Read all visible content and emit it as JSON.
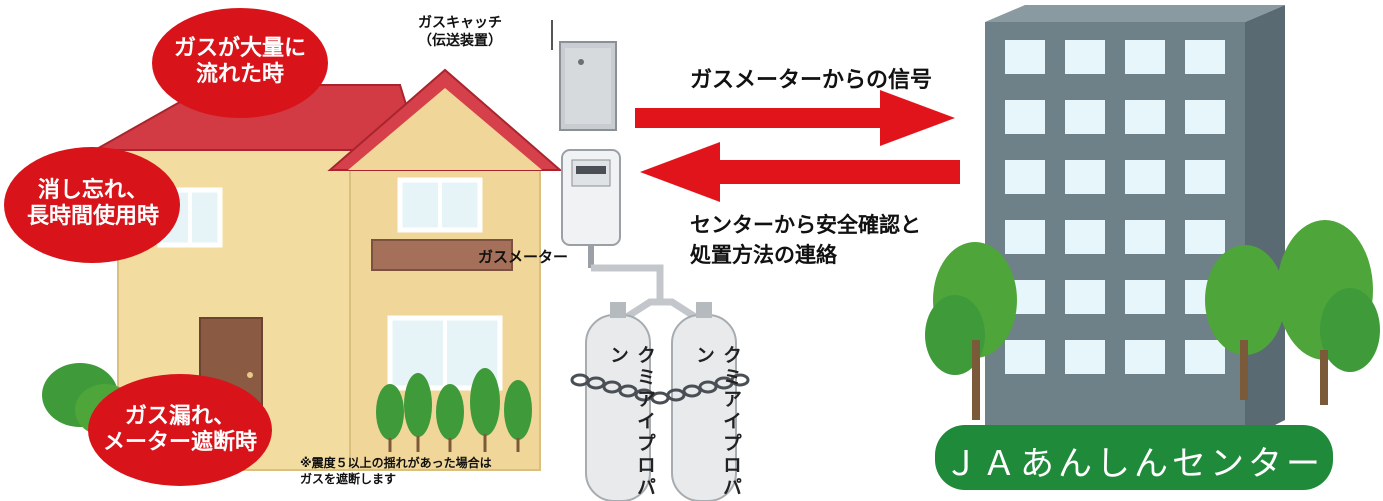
{
  "badges": [
    {
      "id": "large-flow",
      "text": "ガスが大量に\n流れた時"
    },
    {
      "id": "forgot-off",
      "text": "消し忘れ、\n長時間使用時"
    },
    {
      "id": "gas-leak",
      "text": "ガス漏れ、\nメーター遮断時"
    }
  ],
  "device": {
    "gas_catch": "ガスキャッチ\n（伝送装置）",
    "gas_meter": "ガスメーター"
  },
  "cylinders": {
    "left": "クミアイプロパン",
    "right": "クミアイプロパン"
  },
  "arrows": {
    "to_center": "ガスメーターからの信号",
    "from_center": "センターから安全確認と\n処置方法の連絡"
  },
  "note": "※震度５以上の揺れがあった場合は\nガスを遮断します",
  "center": {
    "name": "ＪＡあんしんセンター"
  },
  "colors": {
    "badge_red": "#d8141a",
    "arrow_red": "#e2141b",
    "roof_red": "#d23a44",
    "wall": "#f3dca0",
    "building": "#6e8088",
    "window": "#e7f6fb",
    "tree_green": "#4ea63a",
    "center_green": "#1e8a3a"
  }
}
